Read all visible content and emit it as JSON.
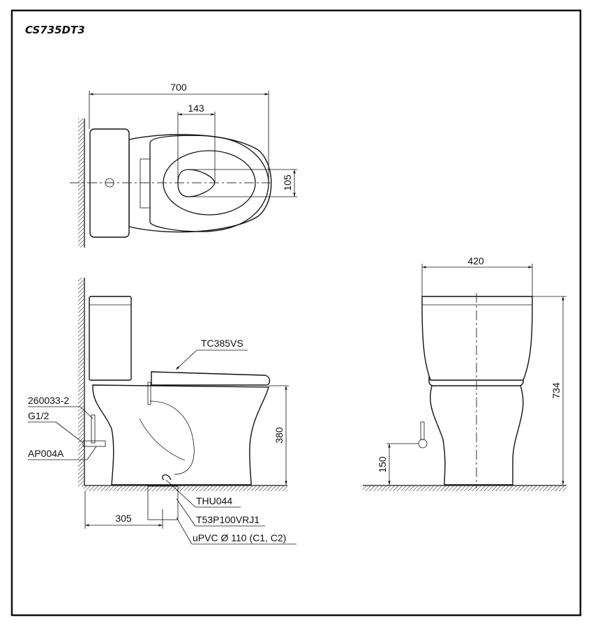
{
  "title": "CS735DT3",
  "top_view": {
    "dim_length": "700",
    "dim_opening": "143",
    "dim_offset": "105"
  },
  "side_view": {
    "seat_label": "TC385VS",
    "hose_label": "260033-2",
    "thread_label": "G1/2",
    "valve_label": "AP004A",
    "dim_seat_height": "380",
    "dim_rough_in": "305",
    "flange_label": "THU044",
    "adapter_label": "T53P100VRJ1",
    "pipe_label": "uPVC Ø 110 (C1, C2)"
  },
  "front_view": {
    "dim_width": "420",
    "dim_height": "734",
    "dim_supply_height": "150"
  }
}
